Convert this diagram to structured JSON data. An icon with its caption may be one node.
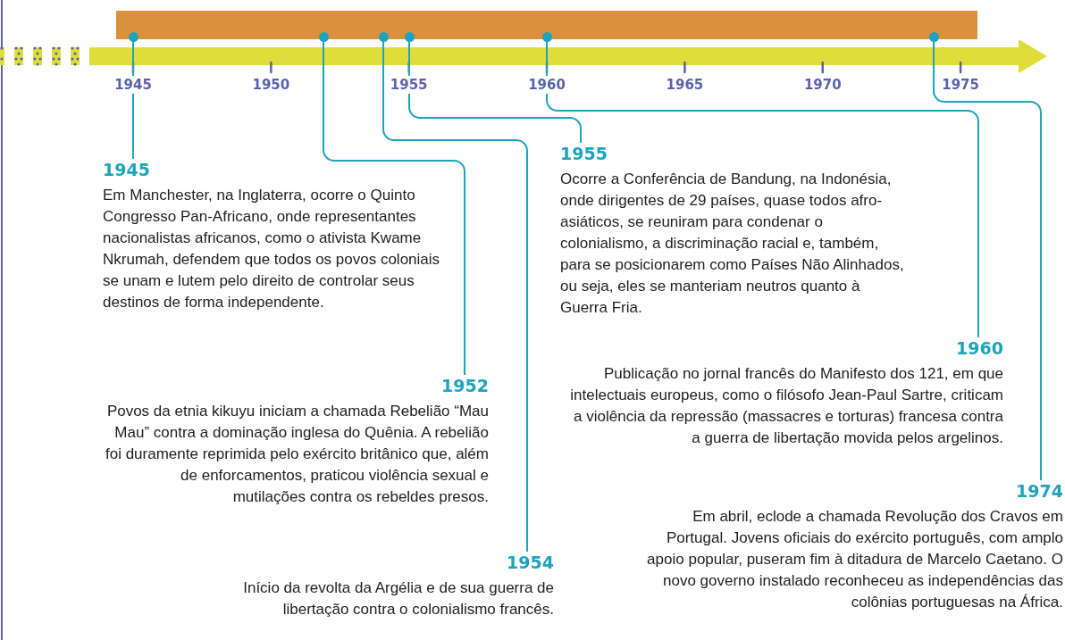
{
  "diagram": {
    "nodes": [
      {
        "text": [
          "1945",
          "Em Manchester, na Inglaterra, ocorre o Quinto Congresso Pan-Africano, onde representantes nacionalistas africanos, como o ativista Kwame Nkrumah, defendem que todos os povos coloniais se unam e lutem pelo direito de controlar seus destinos de forma independente."
        ]
      },
      {
        "text": [
          "1952",
          "Povos da etnia kikuyu iniciam a chamada Rebelião “Mau Mau” contra a dominação inglesa do Quênia. A rebelião foi duramente reprimida pelo exército britânico que, além de enforcamentos, praticou violência sexual e mutilações contra os rebeldes presos."
        ]
      },
      {
        "text": [
          "1954",
          "Início da revolta da Argélia e de sua guerra de libertação contra o colonialismo francês."
        ]
      },
      {
        "text": [
          "1955",
          "Ocorre a Conferência de Bandung, na Indonésia, onde dirigentes de 29 países, quase todos afro-asiáticos, se reuniram para condenar o colonialismo, a discriminação racial e, também, para se posicionarem como Países Não Alinhados, ou seja, eles se manteriam neutros quanto à Guerra Fria."
        ]
      },
      {
        "text": [
          "1960",
          "Publicação no jornal francês do Manifesto dos 121, em que intelectuais europeus, como o filósofo Jean-Paul Sartre, criticam a violência da repressão (massacres e torturas) francesa contra a guerra de libertação movida pelos argelinos."
        ]
      },
      {
        "text": [
          "1974",
          "Em abril, eclode a chamada Revolução dos Cravos em Portugal. Jovens oficiais do exército português, com amplo apoio popular, puseram fim à ditadura de Marcelo Caetano. O novo governo instalado reconheceu as independências das colônias portuguesas na África."
        ]
      },
      {
        "text": [],
        "shape": "circle"
      },
      {
        "text": [],
        "shape": "circle"
      },
      {
        "text": [],
        "shape": "circle"
      },
      {
        "text": [],
        "shape": "circle"
      },
      {
        "text": [],
        "shape": "circle"
      },
      {
        "text": [],
        "shape": "circle"
      }
    ],
    "edges": [
      {
        "from": 0,
        "to": 6,
        "arrow": "none"
      },
      {
        "from": 1,
        "to": 7,
        "arrow": "none"
      },
      {
        "from": 2,
        "to": 8,
        "arrow": "none"
      },
      {
        "from": 3,
        "to": 9,
        "arrow": "none"
      },
      {
        "from": 4,
        "to": 10,
        "arrow": "none"
      },
      {
        "from": 5,
        "to": 11,
        "arrow": "none"
      }
    ],
    "labels": [
      "1945",
      "1950",
      "1955",
      "1960",
      "1965",
      "1970",
      "1975"
    ]
  }
}
